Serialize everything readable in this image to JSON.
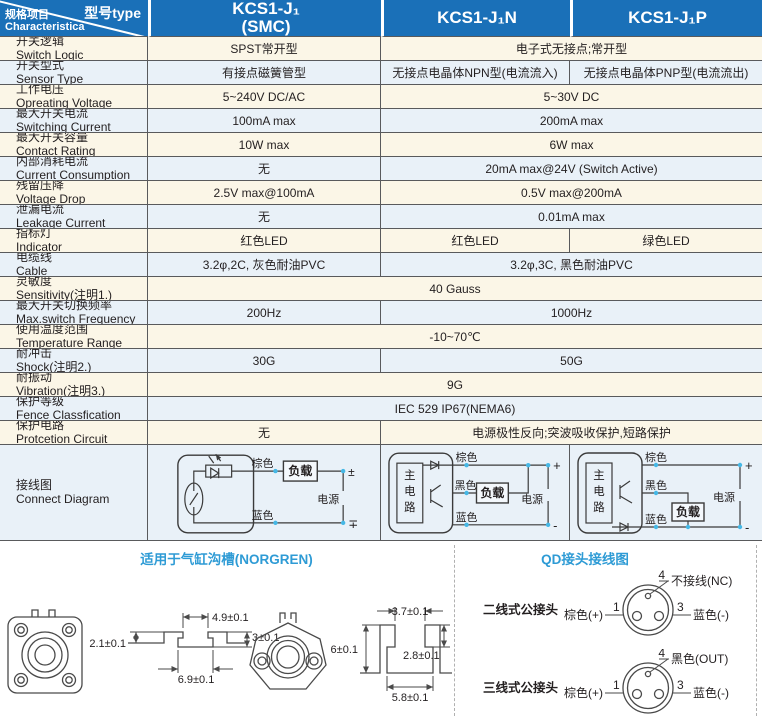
{
  "colors": {
    "header_blue": "#1a70b8",
    "row_cream": "#fbf6e7",
    "row_blue": "#e9f1f8",
    "accent_cyan": "#2e9bd5",
    "border": "#595a5c",
    "dot_cyan": "#45b8e6"
  },
  "corner": {
    "type_label": "型号type",
    "item_cn": "规格项目",
    "item_en": "Characteristica"
  },
  "header": {
    "columns": [
      {
        "line1": "KCS1-J₁",
        "line2": "(SMC)"
      },
      {
        "line1": "KCS1-J₁N",
        "line2": ""
      },
      {
        "line1": "KCS1-J₁P",
        "line2": ""
      }
    ]
  },
  "table": {
    "rows": [
      {
        "label_cn": "开关逻辑",
        "label_en": "Switch Logic",
        "cells": [
          {
            "text": "SPST常开型",
            "span": 1
          },
          {
            "text": "电子式无接点;常开型",
            "span": 2
          }
        ]
      },
      {
        "label_cn": "开关型式",
        "label_en": "Sensor Type",
        "cells": [
          {
            "text": "有接点磁簧管型",
            "span": 1
          },
          {
            "text": "无接点电晶体NPN型(电流流入)",
            "span": 1
          },
          {
            "text": "无接点电晶体PNP型(电流流出)",
            "span": 1
          }
        ]
      },
      {
        "label_cn": "工作电压",
        "label_en": "Opreating Voltage",
        "cells": [
          {
            "text": "5~240V DC/AC",
            "span": 1
          },
          {
            "text": "5~30V DC",
            "span": 2
          }
        ]
      },
      {
        "label_cn": "最大开关电流",
        "label_en": "Switching Current",
        "cells": [
          {
            "text": "100mA max",
            "span": 1
          },
          {
            "text": "200mA max",
            "span": 2
          }
        ]
      },
      {
        "label_cn": "最大开关容量",
        "label_en": "Contact Rating",
        "cells": [
          {
            "text": "10W max",
            "span": 1
          },
          {
            "text": "6W max",
            "span": 2
          }
        ]
      },
      {
        "label_cn": "内部消耗电流",
        "label_en": "Current Consumption",
        "cells": [
          {
            "text": "无",
            "span": 1
          },
          {
            "text": "20mA max@24V (Switch Active)",
            "span": 2
          }
        ]
      },
      {
        "label_cn": "残留压降",
        "label_en": "Voltage Drop",
        "cells": [
          {
            "text": "2.5V max@100mA",
            "span": 1
          },
          {
            "text": "0.5V max@200mA",
            "span": 2
          }
        ]
      },
      {
        "label_cn": "泄漏电流",
        "label_en": "Leakage Current",
        "cells": [
          {
            "text": "无",
            "span": 1
          },
          {
            "text": "0.01mA max",
            "span": 2
          }
        ]
      },
      {
        "label_cn": "指标灯",
        "label_en": "Indicator",
        "cells": [
          {
            "text": "红色LED",
            "span": 1
          },
          {
            "text": "红色LED",
            "span": 1
          },
          {
            "text": "绿色LED",
            "span": 1
          }
        ]
      },
      {
        "label_cn": "电缆线",
        "label_en": "Cable",
        "cells": [
          {
            "text": "3.2φ,2C, 灰色耐油PVC",
            "span": 1
          },
          {
            "text": "3.2φ,3C, 黑色耐油PVC",
            "span": 2
          }
        ]
      },
      {
        "label_cn": "灵敏度",
        "label_en": "Sensitivity(注明1.)",
        "cells": [
          {
            "text": "40 Gauss",
            "span": 3
          }
        ]
      },
      {
        "label_cn": "最大开关切换频率",
        "label_en": "Max.switch Frequency",
        "cells": [
          {
            "text": "200Hz",
            "span": 1
          },
          {
            "text": "1000Hz",
            "span": 2
          }
        ]
      },
      {
        "label_cn": "使用温度范围",
        "label_en": "Temperature Range",
        "cells": [
          {
            "text": "-10~70℃",
            "span": 3
          }
        ]
      },
      {
        "label_cn": "耐冲击",
        "label_en": "Shock(注明2.)",
        "cells": [
          {
            "text": "30G",
            "span": 1
          },
          {
            "text": "50G",
            "span": 2
          }
        ]
      },
      {
        "label_cn": "耐振动",
        "label_en": "Vibration(注明3.)",
        "cells": [
          {
            "text": "9G",
            "span": 3
          }
        ]
      },
      {
        "label_cn": "保护等级",
        "label_en": "Fence Classfication",
        "cells": [
          {
            "text": "IEC 529 IP67(NEMA6)",
            "span": 3
          }
        ]
      },
      {
        "label_cn": "保护电路",
        "label_en": "Protcetion Circuit",
        "cells": [
          {
            "text": "无",
            "span": 1
          },
          {
            "text": "电源极性反向;突波吸收保护,短路保护",
            "span": 2
          }
        ]
      }
    ]
  },
  "connect": {
    "label_cn": "接线图",
    "label_en": "Connect Diagram"
  },
  "diagram": {
    "brown": "棕色",
    "blue": "蓝色",
    "black": "黑色",
    "load": "负载",
    "power": "电源",
    "main1": "主",
    "main2": "电",
    "main3": "路",
    "plus": "+",
    "minus": "-",
    "pm": "±",
    "mp": "∓"
  },
  "bottom": {
    "left_title": "适用于气缸沟槽(NORGREN)",
    "right_title": "QD接头接线图",
    "dims_a": {
      "top": "4.9±0.1",
      "left": "2.1±0.1",
      "right": "3±0.1",
      "bottom": "6.9±0.1"
    },
    "dims_b": {
      "top": "3.7±0.1",
      "right": "2.8±0.1",
      "left": "6±0.1",
      "bottom": "5.8±0.1"
    },
    "connectors": [
      {
        "label": "二线式公接头",
        "pin1_no": "1",
        "pin1": "棕色(+)",
        "pin3_no": "3",
        "pin3": "蓝色(-)",
        "pin4_no": "4",
        "pin4": "不接线(NC)"
      },
      {
        "label": "三线式公接头",
        "pin1_no": "1",
        "pin1": "棕色(+)",
        "pin3_no": "3",
        "pin3": "蓝色(-)",
        "pin4_no": "4",
        "pin4": "黑色(OUT)"
      }
    ]
  }
}
